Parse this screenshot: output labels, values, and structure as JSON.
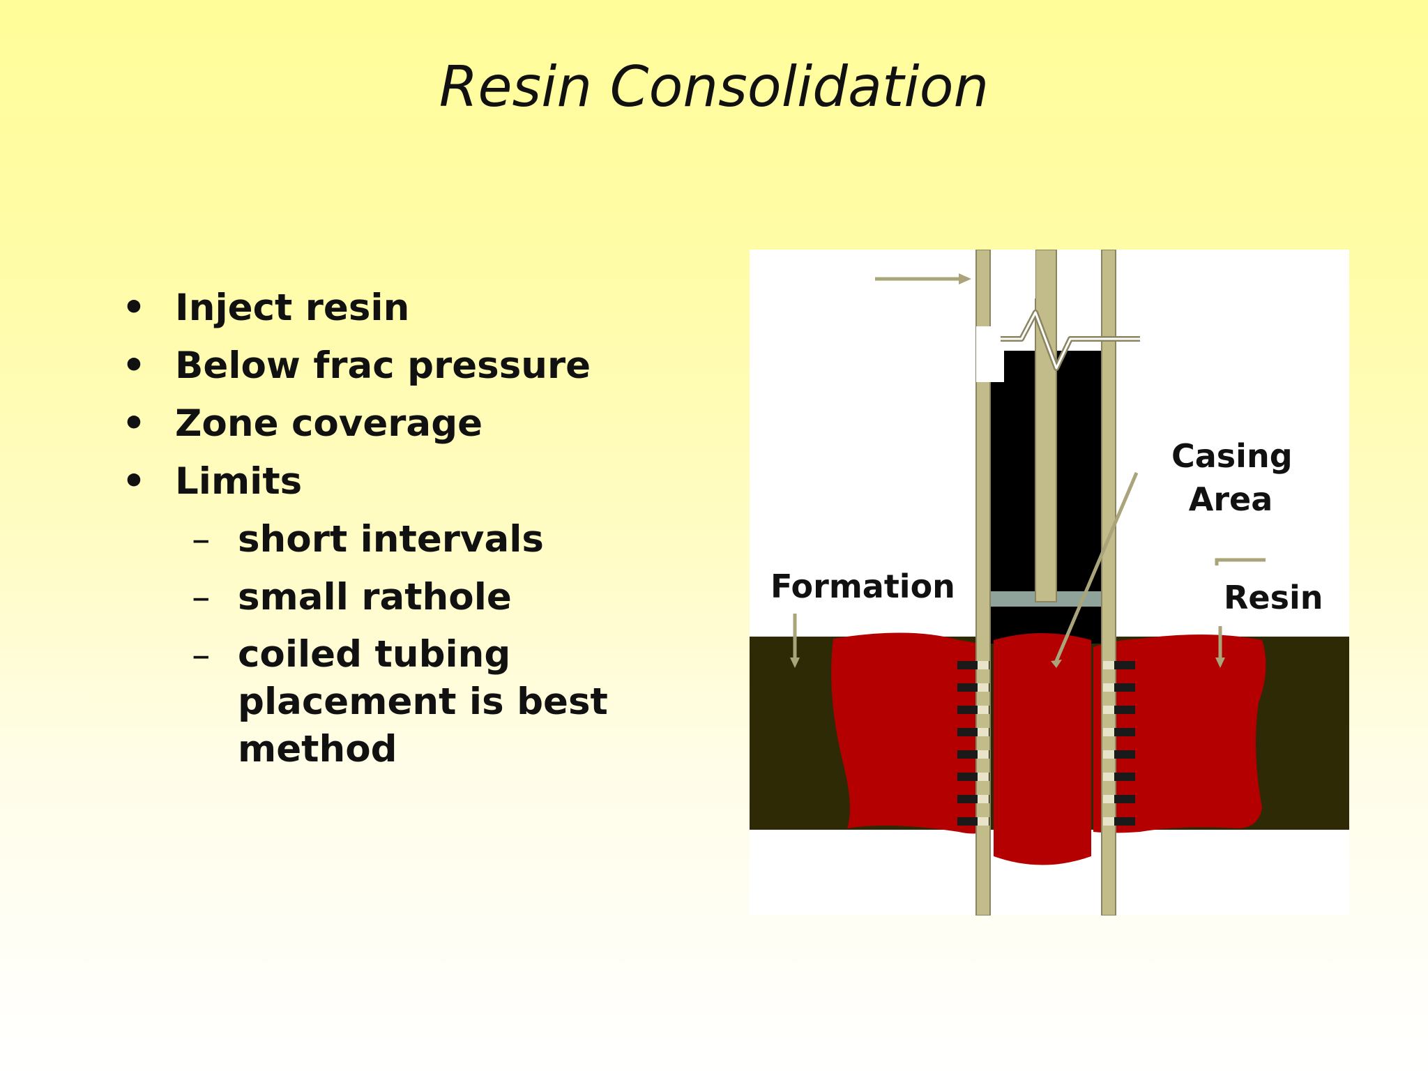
{
  "slide": {
    "title": "Resin Consolidation",
    "bullets": [
      "Inject resin",
      "Below frac pressure",
      "Zone coverage",
      "Limits"
    ],
    "sub_bullets": [
      "short intervals",
      "small rathole",
      "coiled tubing placement is best method"
    ]
  },
  "diagram": {
    "labels": {
      "casing_area_line1": "Casing",
      "casing_area_line2": "Area",
      "formation": "Formation",
      "resin": "Resin"
    },
    "colors": {
      "formation": "#2e2a05",
      "resin": "#b40000",
      "casing": "#c2bb8a",
      "wellbore": "#000000"
    }
  }
}
